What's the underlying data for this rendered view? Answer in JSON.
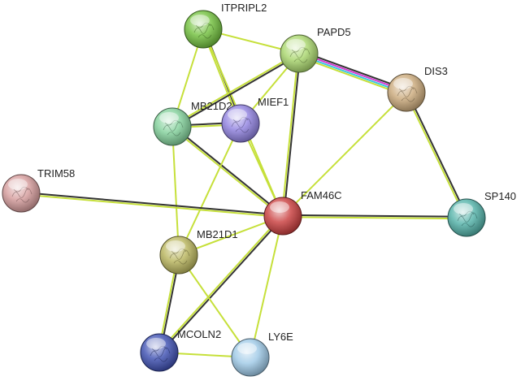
{
  "network": {
    "nodes": [
      {
        "id": "ITPRIPL2",
        "label": "ITPRIPL2",
        "color": "#6fbf3a"
      },
      {
        "id": "PAPD5",
        "label": "PAPD5",
        "color": "#a8d66a"
      },
      {
        "id": "DIS3",
        "label": "DIS3",
        "color": "#c9a878"
      },
      {
        "id": "MB21D2",
        "label": "MB21D2",
        "color": "#7fcf98"
      },
      {
        "id": "MIEF1",
        "label": "MIEF1",
        "color": "#8e7fe0"
      },
      {
        "id": "TRIM58",
        "label": "TRIM58",
        "color": "#d49a9a"
      },
      {
        "id": "FAM46C",
        "label": "FAM46C",
        "color": "#c83a3a"
      },
      {
        "id": "SP140",
        "label": "SP140",
        "color": "#4fb0a6"
      },
      {
        "id": "MB21D1",
        "label": "MB21D1",
        "color": "#b8b45a"
      },
      {
        "id": "MCOLN2",
        "label": "MCOLN2",
        "color": "#3a4cb0"
      },
      {
        "id": "LY6E",
        "label": "LY6E",
        "color": "#9cc8e6"
      }
    ],
    "edges": [
      {
        "source": "ITPRIPL2",
        "target": "PAPD5",
        "types": [
          "textmining"
        ]
      },
      {
        "source": "ITPRIPL2",
        "target": "MB21D2",
        "types": [
          "textmining"
        ]
      },
      {
        "source": "ITPRIPL2",
        "target": "MIEF1",
        "types": [
          "coexpression",
          "textmining"
        ]
      },
      {
        "source": "ITPRIPL2",
        "target": "FAM46C",
        "types": [
          "textmining"
        ]
      },
      {
        "source": "PAPD5",
        "target": "DIS3",
        "types": [
          "coexpression",
          "experiments",
          "database",
          "textmining"
        ]
      },
      {
        "source": "PAPD5",
        "target": "MB21D2",
        "types": [
          "coexpression",
          "textmining"
        ]
      },
      {
        "source": "PAPD5",
        "target": "MIEF1",
        "types": [
          "textmining"
        ]
      },
      {
        "source": "PAPD5",
        "target": "FAM46C",
        "types": [
          "coexpression",
          "textmining"
        ]
      },
      {
        "source": "DIS3",
        "target": "FAM46C",
        "types": [
          "textmining"
        ]
      },
      {
        "source": "DIS3",
        "target": "SP140",
        "types": [
          "coexpression",
          "textmining"
        ]
      },
      {
        "source": "MB21D2",
        "target": "MIEF1",
        "types": [
          "coexpression",
          "textmining"
        ]
      },
      {
        "source": "MB21D2",
        "target": "FAM46C",
        "types": [
          "coexpression",
          "textmining"
        ]
      },
      {
        "source": "MB21D2",
        "target": "MB21D1",
        "types": [
          "textmining"
        ]
      },
      {
        "source": "MIEF1",
        "target": "FAM46C",
        "types": [
          "textmining"
        ]
      },
      {
        "source": "MIEF1",
        "target": "MB21D1",
        "types": [
          "textmining"
        ]
      },
      {
        "source": "TRIM58",
        "target": "FAM46C",
        "types": [
          "coexpression",
          "textmining"
        ]
      },
      {
        "source": "FAM46C",
        "target": "SP140",
        "types": [
          "coexpression",
          "textmining"
        ]
      },
      {
        "source": "FAM46C",
        "target": "MB21D1",
        "types": [
          "textmining"
        ]
      },
      {
        "source": "FAM46C",
        "target": "MCOLN2",
        "types": [
          "coexpression",
          "textmining"
        ]
      },
      {
        "source": "FAM46C",
        "target": "LY6E",
        "types": [
          "textmining"
        ]
      },
      {
        "source": "MB21D1",
        "target": "MCOLN2",
        "types": [
          "coexpression",
          "textmining"
        ]
      },
      {
        "source": "MB21D1",
        "target": "LY6E",
        "types": [
          "textmining"
        ]
      },
      {
        "source": "MCOLN2",
        "target": "LY6E",
        "types": [
          "textmining"
        ]
      }
    ],
    "edge_colors": {
      "textmining": "#c6e03a",
      "coexpression": "#333333",
      "experiments": "#d43ad0",
      "database": "#3ac6e0"
    }
  }
}
